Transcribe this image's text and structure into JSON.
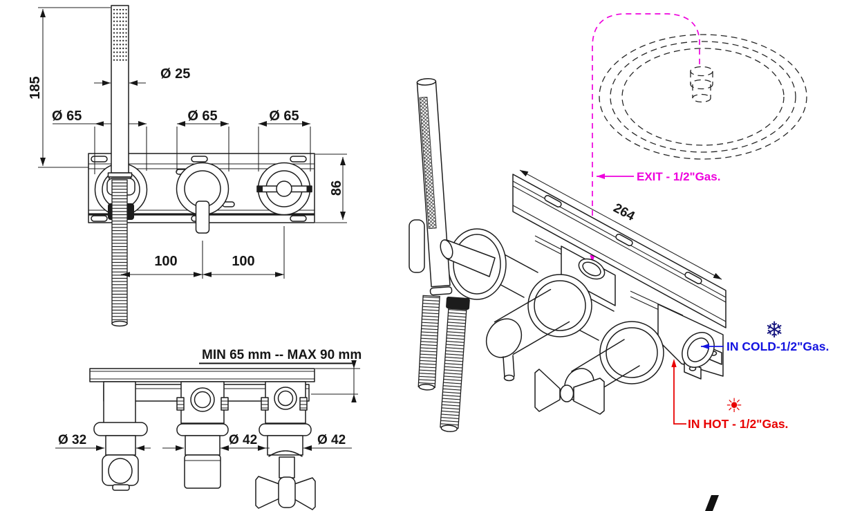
{
  "page": {
    "background": "#ffffff",
    "line_color": "#1c1c1c"
  },
  "colors": {
    "magenta": "#ee00dd",
    "blue": "#1414e0",
    "navy_snowflake": "#15157e",
    "red": "#e80000",
    "black": "#1c1c1c"
  },
  "front_view": {
    "dim_height": "185",
    "dim_hand_shower_dia": "Ø 25",
    "dim_dia65_left": "Ø 65",
    "dim_dia65_mid": "Ø 65",
    "dim_dia65_right": "Ø 65",
    "dim_plate_height": "86",
    "dim_pitch_left": "100",
    "dim_pitch_right": "100"
  },
  "section_view": {
    "depth_note": "MIN 65 mm -- MAX 90 mm",
    "dim_dia32": "Ø 32",
    "dim_dia42_mid": "Ø 42",
    "dim_dia42_right": "Ø 42"
  },
  "iso_view": {
    "dim_length": "264",
    "exit_label": "EXIT - 1/2\"Gas.",
    "cold_label": "IN COLD-1/2\"Gas.",
    "hot_label": "IN HOT - 1/2\"Gas.",
    "cold_icon_glyph": "❄",
    "hot_icon_glyph": "☀"
  }
}
